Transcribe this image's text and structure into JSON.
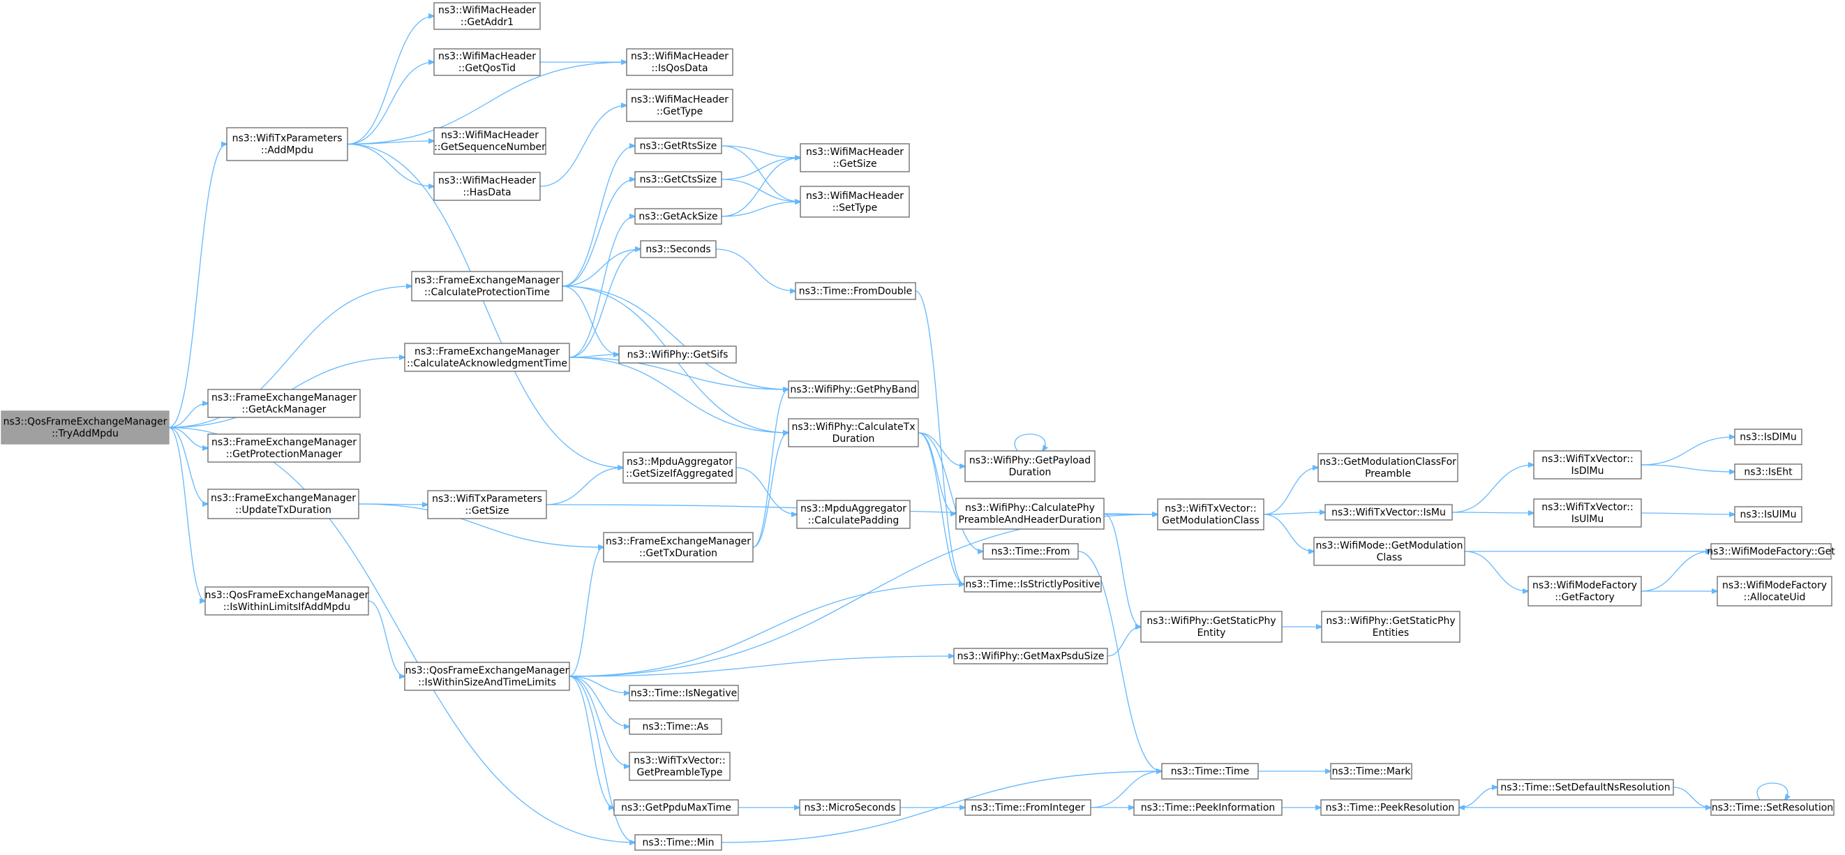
{
  "graph": {
    "edge_color": "#63b8ff",
    "root_fill": "#a0a0a0",
    "node_fill": "#ffffff",
    "node_border": "#666666",
    "nodes": [
      {
        "id": "root",
        "lines": [
          "ns3::QosFrameExchangeManager",
          "::TryAddMpdu"
        ],
        "root": true
      },
      {
        "id": "addmpdu",
        "lines": [
          "ns3::WifiTxParameters",
          "::AddMpdu"
        ]
      },
      {
        "id": "getaddr1",
        "lines": [
          "ns3::WifiMacHeader",
          "::GetAddr1"
        ]
      },
      {
        "id": "getqostid",
        "lines": [
          "ns3::WifiMacHeader",
          "::GetQosTid"
        ]
      },
      {
        "id": "isqosdata",
        "lines": [
          "ns3::WifiMacHeader",
          "::IsQosData"
        ]
      },
      {
        "id": "gettype",
        "lines": [
          "ns3::WifiMacHeader",
          "::GetType"
        ]
      },
      {
        "id": "getseqnum",
        "lines": [
          "ns3::WifiMacHeader",
          "::GetSequenceNumber"
        ]
      },
      {
        "id": "hasdata",
        "lines": [
          "ns3::WifiMacHeader",
          "::HasData"
        ]
      },
      {
        "id": "getrtssize",
        "lines": [
          "ns3::GetRtsSize"
        ]
      },
      {
        "id": "getctssize",
        "lines": [
          "ns3::GetCtsSize"
        ]
      },
      {
        "id": "getacksize",
        "lines": [
          "ns3::GetAckSize"
        ]
      },
      {
        "id": "hdrgetsize",
        "lines": [
          "ns3::WifiMacHeader",
          "::GetSize"
        ]
      },
      {
        "id": "hdrsettype",
        "lines": [
          "ns3::WifiMacHeader",
          "::SetType"
        ]
      },
      {
        "id": "calcprot",
        "lines": [
          "ns3::FrameExchangeManager",
          "::CalculateProtectionTime"
        ]
      },
      {
        "id": "seconds",
        "lines": [
          "ns3::Seconds"
        ]
      },
      {
        "id": "fromdouble",
        "lines": [
          "ns3::Time::FromDouble"
        ]
      },
      {
        "id": "calcack",
        "lines": [
          "ns3::FrameExchangeManager",
          "::CalculateAcknowledgmentTime"
        ]
      },
      {
        "id": "getsifs",
        "lines": [
          "ns3::WifiPhy::GetSifs"
        ]
      },
      {
        "id": "getphyband",
        "lines": [
          "ns3::WifiPhy::GetPhyBand"
        ]
      },
      {
        "id": "getackmgr",
        "lines": [
          "ns3::FrameExchangeManager",
          "::GetAckManager"
        ]
      },
      {
        "id": "getprotmgr",
        "lines": [
          "ns3::FrameExchangeManager",
          "::GetProtectionManager"
        ]
      },
      {
        "id": "updatetxdur",
        "lines": [
          "ns3::FrameExchangeManager",
          "::UpdateTxDuration"
        ]
      },
      {
        "id": "paramgetsize",
        "lines": [
          "ns3::WifiTxParameters",
          "::GetSize"
        ]
      },
      {
        "id": "getsizeifagg",
        "lines": [
          "ns3::MpduAggregator",
          "::GetSizeIfAggregated"
        ]
      },
      {
        "id": "calcpadding",
        "lines": [
          "ns3::MpduAggregator",
          "::CalculatePadding"
        ]
      },
      {
        "id": "calctxdur",
        "lines": [
          "ns3::WifiPhy::CalculateTx",
          "Duration"
        ]
      },
      {
        "id": "getpayloaddur",
        "lines": [
          "ns3::WifiPhy::GetPayload",
          "Duration"
        ]
      },
      {
        "id": "calcpreamble",
        "lines": [
          "ns3::WifiPhy::CalculatePhy",
          "PreambleAndHeaderDuration"
        ]
      },
      {
        "id": "timefrom",
        "lines": [
          "ns3::Time::From"
        ]
      },
      {
        "id": "isstrictpos",
        "lines": [
          "ns3::Time::IsStrictlyPositive"
        ]
      },
      {
        "id": "gettxdur",
        "lines": [
          "ns3::FrameExchangeManager",
          "::GetTxDuration"
        ]
      },
      {
        "id": "iswithinaddmpdu",
        "lines": [
          "ns3::QosFrameExchangeManager",
          "::IsWithinLimitsIfAddMpdu"
        ]
      },
      {
        "id": "iswithinsize",
        "lines": [
          "ns3::QosFrameExchangeManager",
          "::IsWithinSizeAndTimeLimits"
        ]
      },
      {
        "id": "getmaxpsdu",
        "lines": [
          "ns3::WifiPhy::GetMaxPsduSize"
        ]
      },
      {
        "id": "getstaticphy",
        "lines": [
          "ns3::WifiPhy::GetStaticPhy",
          "Entity"
        ]
      },
      {
        "id": "getstaticphyents",
        "lines": [
          "ns3::WifiPhy::GetStaticPhy",
          "Entities"
        ]
      },
      {
        "id": "getmodclass",
        "lines": [
          "ns3::WifiTxVector::",
          "GetModulationClass"
        ]
      },
      {
        "id": "getmodclassforpre",
        "lines": [
          "ns3::GetModulationClassFor",
          "Preamble"
        ]
      },
      {
        "id": "ismu",
        "lines": [
          "ns3::WifiTxVector::IsMu"
        ]
      },
      {
        "id": "modegetmodclass",
        "lines": [
          "ns3::WifiMode::GetModulation",
          "Class"
        ]
      },
      {
        "id": "txvisdlmu",
        "lines": [
          "ns3::WifiTxVector::",
          "IsDlMu"
        ]
      },
      {
        "id": "txvisulmu",
        "lines": [
          "ns3::WifiTxVector::",
          "IsUlMu"
        ]
      },
      {
        "id": "isdlmu",
        "lines": [
          "ns3::IsDlMu"
        ]
      },
      {
        "id": "iseht",
        "lines": [
          "ns3::IsEht"
        ]
      },
      {
        "id": "isulmu",
        "lines": [
          "ns3::IsUlMu"
        ]
      },
      {
        "id": "modefactoryget",
        "lines": [
          "ns3::WifiModeFactory::Get"
        ]
      },
      {
        "id": "getfactory",
        "lines": [
          "ns3::WifiModeFactory",
          "::GetFactory"
        ]
      },
      {
        "id": "allocateuid",
        "lines": [
          "ns3::WifiModeFactory",
          "::AllocateUid"
        ]
      },
      {
        "id": "isnegative",
        "lines": [
          "ns3::Time::IsNegative"
        ]
      },
      {
        "id": "timeas",
        "lines": [
          "ns3::Time::As"
        ]
      },
      {
        "id": "getpreambletype",
        "lines": [
          "ns3::WifiTxVector::",
          "GetPreambleType"
        ]
      },
      {
        "id": "getppdumaxtime",
        "lines": [
          "ns3::GetPpduMaxTime"
        ]
      },
      {
        "id": "timemin",
        "lines": [
          "ns3::Time::Min"
        ]
      },
      {
        "id": "microseconds",
        "lines": [
          "ns3::MicroSeconds"
        ]
      },
      {
        "id": "frominteger",
        "lines": [
          "ns3::Time::FromInteger"
        ]
      },
      {
        "id": "timetime",
        "lines": [
          "ns3::Time::Time"
        ]
      },
      {
        "id": "timemark",
        "lines": [
          "ns3::Time::Mark"
        ]
      },
      {
        "id": "peekinfo",
        "lines": [
          "ns3::Time::PeekInformation"
        ]
      },
      {
        "id": "peekres",
        "lines": [
          "ns3::Time::PeekResolution"
        ]
      },
      {
        "id": "setdefaultns",
        "lines": [
          "ns3::Time::SetDefaultNsResolution"
        ]
      },
      {
        "id": "setres",
        "lines": [
          "ns3::Time::SetResolution"
        ]
      }
    ],
    "edges": [
      [
        "root",
        "addmpdu"
      ],
      [
        "root",
        "calcprot"
      ],
      [
        "root",
        "calcack"
      ],
      [
        "root",
        "getackmgr"
      ],
      [
        "root",
        "getprotmgr"
      ],
      [
        "root",
        "updatetxdur"
      ],
      [
        "root",
        "iswithinaddmpdu"
      ],
      [
        "root",
        "timemin"
      ],
      [
        "addmpdu",
        "getaddr1"
      ],
      [
        "addmpdu",
        "getqostid"
      ],
      [
        "addmpdu",
        "isqosdata"
      ],
      [
        "addmpdu",
        "getseqnum"
      ],
      [
        "addmpdu",
        "hasdata"
      ],
      [
        "addmpdu",
        "getsizeifagg"
      ],
      [
        "getqostid",
        "isqosdata"
      ],
      [
        "hasdata",
        "gettype"
      ],
      [
        "calcprot",
        "getrtssize"
      ],
      [
        "calcprot",
        "getctssize"
      ],
      [
        "calcprot",
        "seconds"
      ],
      [
        "calcprot",
        "getsifs"
      ],
      [
        "calcprot",
        "getphyband"
      ],
      [
        "calcprot",
        "calctxdur"
      ],
      [
        "getrtssize",
        "hdrgetsize"
      ],
      [
        "getrtssize",
        "hdrsettype"
      ],
      [
        "getctssize",
        "hdrgetsize"
      ],
      [
        "getctssize",
        "hdrsettype"
      ],
      [
        "getacksize",
        "hdrgetsize"
      ],
      [
        "getacksize",
        "hdrsettype"
      ],
      [
        "seconds",
        "fromdouble"
      ],
      [
        "fromdouble",
        "isstrictpos"
      ],
      [
        "calcack",
        "getacksize"
      ],
      [
        "calcack",
        "seconds"
      ],
      [
        "calcack",
        "getsifs"
      ],
      [
        "calcack",
        "getphyband"
      ],
      [
        "calcack",
        "calctxdur"
      ],
      [
        "updatetxdur",
        "paramgetsize"
      ],
      [
        "updatetxdur",
        "gettxdur"
      ],
      [
        "paramgetsize",
        "getsizeifagg"
      ],
      [
        "paramgetsize",
        "getmodclass"
      ],
      [
        "getsizeifagg",
        "calcpadding"
      ],
      [
        "gettxdur",
        "calctxdur"
      ],
      [
        "gettxdur",
        "getphyband"
      ],
      [
        "calctxdur",
        "getpayloaddur"
      ],
      [
        "calctxdur",
        "calcpreamble"
      ],
      [
        "calctxdur",
        "timefrom"
      ],
      [
        "calctxdur",
        "isstrictpos"
      ],
      [
        "getpayloaddur",
        "getpayloaddur"
      ],
      [
        "calcpreamble",
        "getmodclass"
      ],
      [
        "calcpreamble",
        "getstaticphy"
      ],
      [
        "timefrom",
        "timetime"
      ],
      [
        "iswithinaddmpdu",
        "iswithinsize"
      ],
      [
        "iswithinsize",
        "gettxdur"
      ],
      [
        "iswithinsize",
        "isstrictpos"
      ],
      [
        "iswithinsize",
        "getmodclass"
      ],
      [
        "iswithinsize",
        "getmaxpsdu"
      ],
      [
        "iswithinsize",
        "isnegative"
      ],
      [
        "iswithinsize",
        "timeas"
      ],
      [
        "iswithinsize",
        "getpreambletype"
      ],
      [
        "iswithinsize",
        "getppdumaxtime"
      ],
      [
        "iswithinsize",
        "timemin"
      ],
      [
        "getmaxpsdu",
        "getstaticphy"
      ],
      [
        "getstaticphy",
        "getstaticphyents"
      ],
      [
        "getmodclass",
        "getmodclassforpre"
      ],
      [
        "getmodclass",
        "ismu"
      ],
      [
        "getmodclass",
        "modegetmodclass"
      ],
      [
        "ismu",
        "txvisdlmu"
      ],
      [
        "ismu",
        "txvisulmu"
      ],
      [
        "txvisdlmu",
        "isdlmu"
      ],
      [
        "txvisdlmu",
        "iseht"
      ],
      [
        "txvisulmu",
        "isulmu"
      ],
      [
        "modegetmodclass",
        "modefactoryget"
      ],
      [
        "modegetmodclass",
        "getfactory"
      ],
      [
        "getfactory",
        "modefactoryget"
      ],
      [
        "getfactory",
        "allocateuid"
      ],
      [
        "getppdumaxtime",
        "microseconds"
      ],
      [
        "microseconds",
        "frominteger"
      ],
      [
        "frominteger",
        "timetime"
      ],
      [
        "frominteger",
        "peekinfo"
      ],
      [
        "timetime",
        "timemark"
      ],
      [
        "peekinfo",
        "peekres"
      ],
      [
        "peekres",
        "setdefaultns"
      ],
      [
        "setdefaultns",
        "setres"
      ],
      [
        "setres",
        "peekres"
      ],
      [
        "setres",
        "setres"
      ],
      [
        "timemin",
        "timetime"
      ]
    ]
  }
}
